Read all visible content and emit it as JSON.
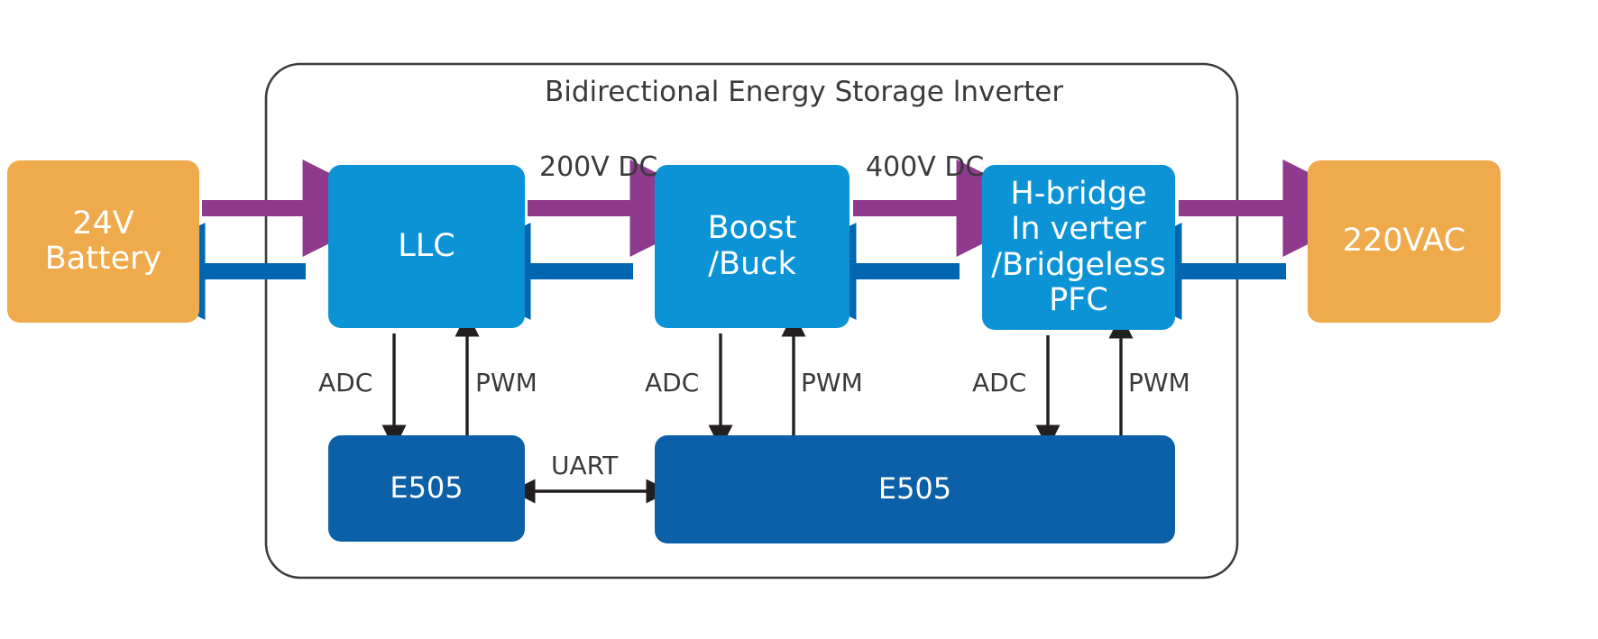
{
  "diagram": {
    "title": "Bidirectional Energy Storage lnverter",
    "colors": {
      "source_block": "#EFAA4B",
      "power_stage_block": "#0C93D5",
      "controller_block": "#0B60A8",
      "forward_arrow": "#8E3B8E",
      "reverse_arrow": "#0066B0",
      "signal_line": "#231F20",
      "container_border": "#3A3A3A",
      "label_text": "#3A3A3A",
      "block_text": "#FFFFFF",
      "background": "#FFFFFF"
    },
    "blocks": {
      "battery": {
        "label": "24V\nBattery",
        "line1": "24V",
        "line2": "Battery"
      },
      "llc": {
        "label": "LLC"
      },
      "boost_buck": {
        "line1": "Boost",
        "line2": "/Buck"
      },
      "h_bridge": {
        "line1": "H-bridge",
        "line2": "In verter",
        "line3": "/Bridgeless",
        "line4": "PFC"
      },
      "ac_grid": {
        "label": "220VAC"
      },
      "e505_left": {
        "label": "E505"
      },
      "e505_right": {
        "label": "E505"
      }
    },
    "bus_labels": {
      "dc_200v": "200V DC",
      "dc_400v": "400V DC"
    },
    "signal_labels": {
      "adc_1": "ADC",
      "pwm_1": "PWM",
      "adc_2": "ADC",
      "pwm_2": "PWM",
      "adc_3": "ADC",
      "pwm_3": "PWM",
      "uart": "UART"
    }
  }
}
